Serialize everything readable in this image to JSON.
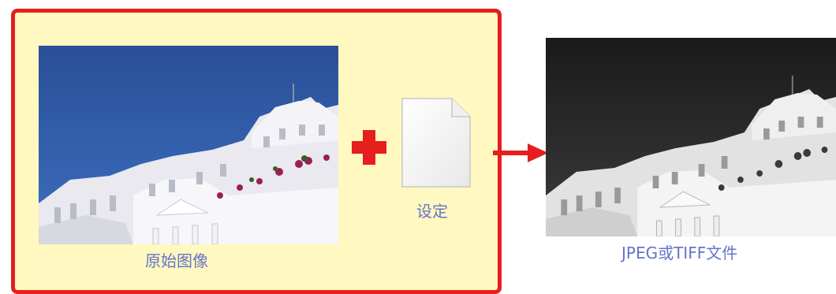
{
  "input": {
    "photo_caption": "原始图像",
    "settings_caption": "设定"
  },
  "output": {
    "caption": "JPEG或TIFF文件"
  },
  "colors": {
    "panel_border": "#e61e1e",
    "panel_fill": "#fff8c0",
    "caption": "#6474c8",
    "sky": "#2e58a4"
  },
  "icons": {
    "plus": "plus-icon",
    "settings": "document-icon",
    "arrow": "arrow-right-icon"
  }
}
